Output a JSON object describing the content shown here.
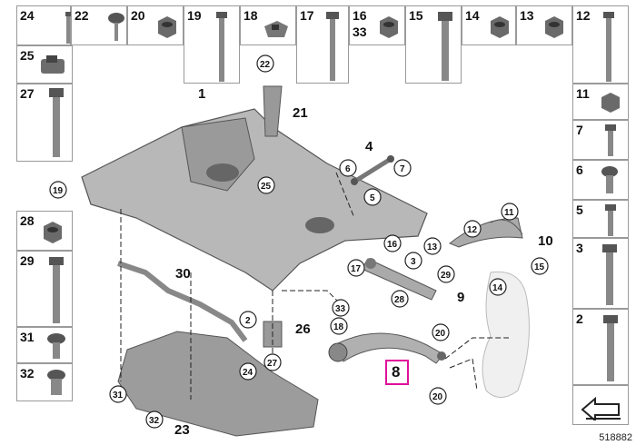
{
  "top_row": [
    {
      "id": "24"
    },
    {
      "id": "22"
    },
    {
      "id": "20"
    },
    {
      "id": "19"
    },
    {
      "id": "18"
    },
    {
      "id": "17"
    },
    {
      "id": "16",
      "sub": "33"
    },
    {
      "id": "15"
    },
    {
      "id": "14"
    },
    {
      "id": "13"
    },
    {
      "id": "12"
    }
  ],
  "left_col": [
    {
      "id": "25"
    },
    {
      "id": "27"
    }
  ],
  "left_col_lower": [
    {
      "id": "28"
    },
    {
      "id": "29"
    },
    {
      "id": "31"
    },
    {
      "id": "32"
    }
  ],
  "right_col": [
    {
      "id": "11"
    },
    {
      "id": "7"
    },
    {
      "id": "6"
    },
    {
      "id": "5"
    },
    {
      "id": "3"
    },
    {
      "id": "2"
    }
  ],
  "labels": {
    "l1": "1",
    "l21": "21",
    "l4": "4",
    "l10": "10",
    "l9": "9",
    "l30": "30",
    "l26": "26",
    "l23": "23"
  },
  "callouts": {
    "c22": "22",
    "c19": "19",
    "c25": "25",
    "c6": "6",
    "c7": "7",
    "c5": "5",
    "c11": "11",
    "c12": "12",
    "c13": "13",
    "c16": "16",
    "c3": "3",
    "c17": "17",
    "c29": "29",
    "c15": "15",
    "c14": "14",
    "c28": "28",
    "c33": "33",
    "c2": "2",
    "c18": "18",
    "c20a": "20",
    "c20b": "20",
    "c27": "27",
    "c24": "24",
    "c31": "31",
    "c32": "32"
  },
  "highlight": "8",
  "reference": "518882"
}
